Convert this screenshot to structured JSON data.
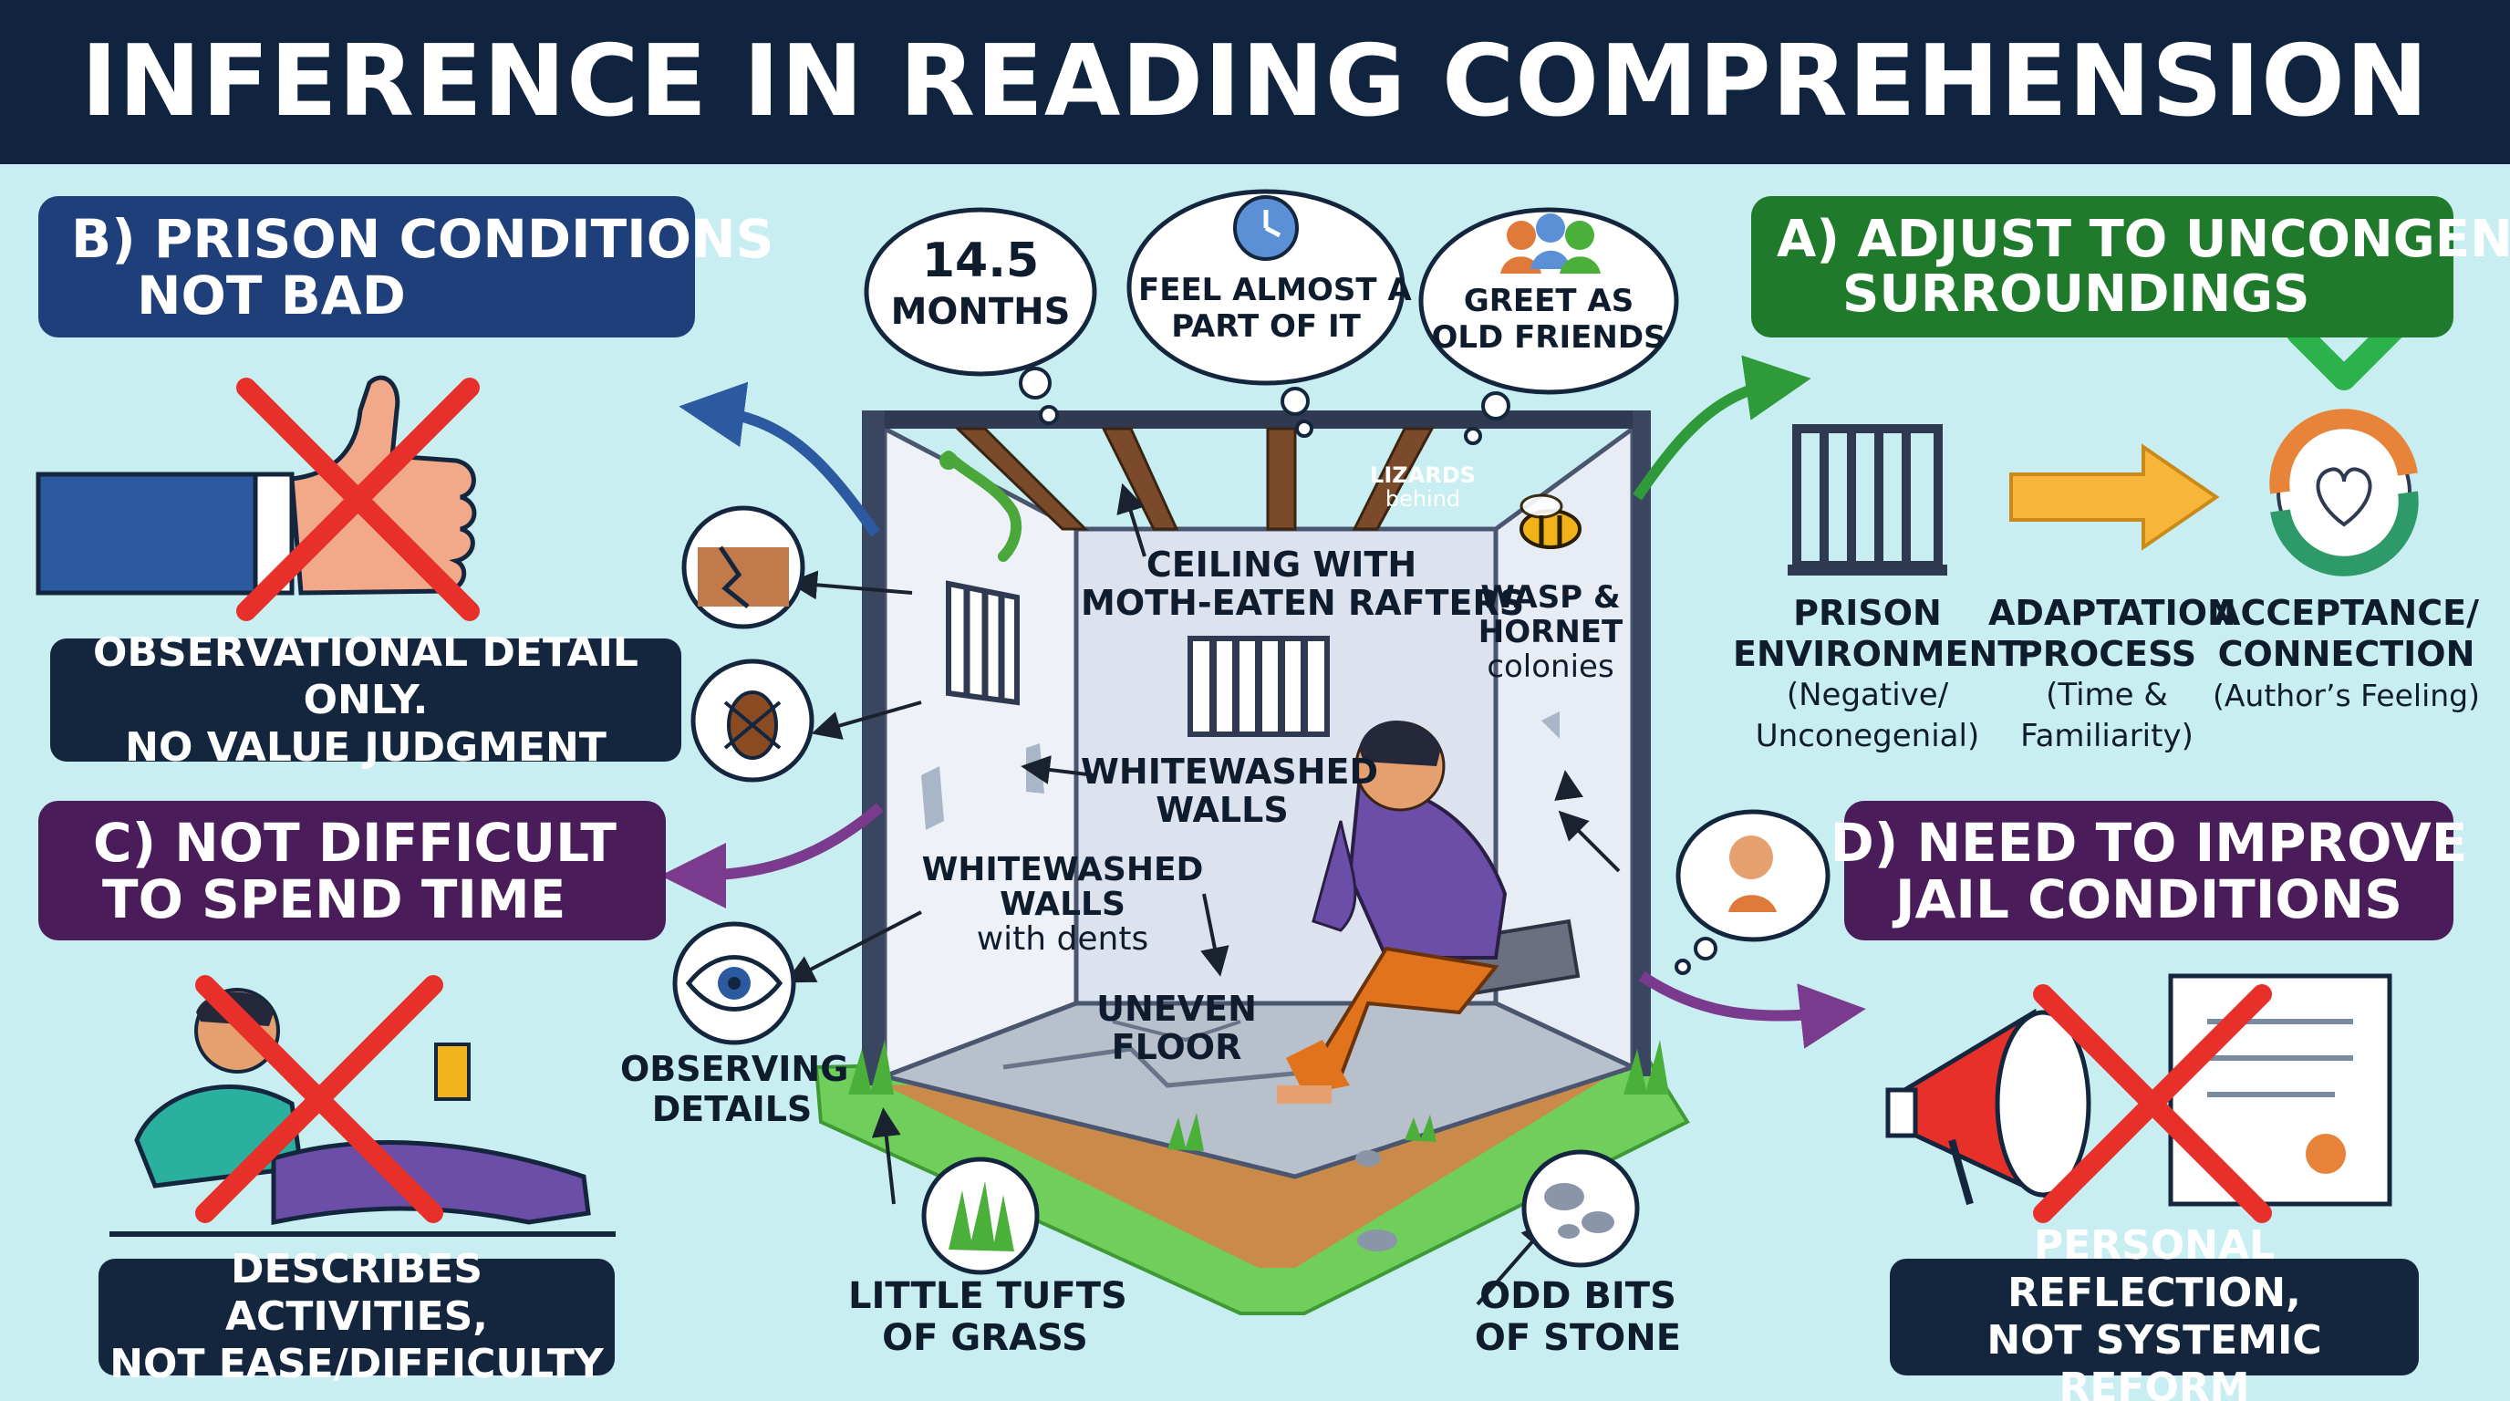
{
  "header": {
    "title": "INFERENCE IN READING COMPREHENSION"
  },
  "options": {
    "b": {
      "line1": "B) PRISON CONDITIONS",
      "line2": "NOT BAD",
      "color": "#1f3f7a"
    },
    "a": {
      "line1": "A) ADJUST TO UNCONGENIAL",
      "line2": "SURROUNDINGS",
      "color": "#1f7a2c"
    },
    "c": {
      "line1": "C) NOT DIFFICULT",
      "line2": "TO SPEND TIME",
      "color": "#4a1d5a"
    },
    "d": {
      "line1": "D) NEED TO IMPROVE",
      "line2": "JAIL CONDITIONS",
      "color": "#4a1d5a"
    }
  },
  "explanations": {
    "b": {
      "line1": "OBSERVATIONAL DETAIL ONLY.",
      "line2": "NO VALUE JUDGMENT"
    },
    "c": {
      "line1": "DESCRIBES ACTIVITIES,",
      "line2": "NOT EASE/DIFFICULTY"
    },
    "d": {
      "line1": "PERSONAL REFLECTION,",
      "line2": "NOT SYSTEMIC REFORM"
    }
  },
  "thought_bubbles": [
    {
      "line1": "14.5",
      "line2": "MONTHS"
    },
    {
      "line1": "FEEL ALMOST A",
      "line2": "PART OF IT",
      "icon": "clock-head-icon"
    },
    {
      "line1": "GREET AS",
      "line2": "OLD FRIENDS",
      "icon": "friends-icon"
    }
  ],
  "cell_labels": {
    "ceiling": {
      "line1": "CEILING WITH",
      "line2": "MOTH-EATEN RAFTERS"
    },
    "lizards": {
      "line1": "LIZARDS",
      "line2": "behind"
    },
    "wasp": {
      "line1": "WASP &",
      "line2": "HORNET",
      "line3": "colonies"
    },
    "walls": {
      "line1": "WHITEWASHED",
      "line2": "WALLS"
    },
    "walls_dents": {
      "line1": "WHITEWASHED",
      "line2": "WALLS",
      "line3": "with dents"
    },
    "floor": {
      "line1": "UNEVEN",
      "line2": "FLOOR"
    },
    "observing": {
      "line1": "OBSERVING",
      "line2": "DETAILS"
    },
    "grass": {
      "line1": "LITTLE TUFTS",
      "line2": "OF GRASS"
    },
    "stone": {
      "line1": "ODD BITS",
      "line2": "OF STONE"
    }
  },
  "process": [
    {
      "title1": "PRISON",
      "title2": "ENVIRONMENT",
      "sub1": "(Negative/",
      "sub2": "Unconegenial)",
      "icon": "jail-bars-icon"
    },
    {
      "title1": "ADAPTATION",
      "title2": "PROCESS",
      "sub1": "(Time &",
      "sub2": "Familiarity)",
      "icon": "arrow-right-icon"
    },
    {
      "title1": "ACCEPTANCE/",
      "title2": "CONNECTION",
      "sub1": "(Author’s Feeling)",
      "sub2": "",
      "icon": "heart-cycle-icon"
    }
  ],
  "colors": {
    "header_bg": "#10243f",
    "background": "#c8eef2",
    "cross": "#e8302a",
    "check": "#2bb24a"
  }
}
